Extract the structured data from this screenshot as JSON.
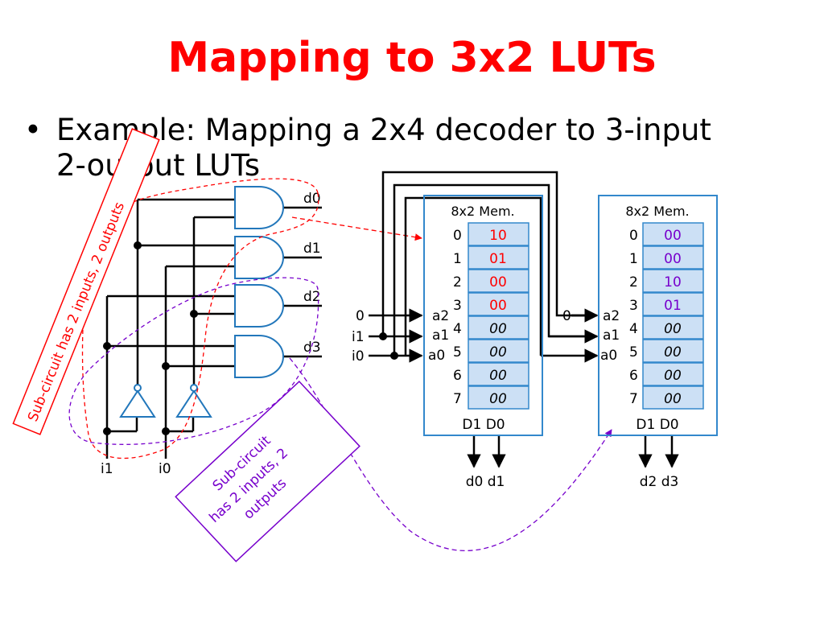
{
  "slide": {
    "title": "Mapping to 3x2 LUTs",
    "bullet_line1": "Example: Mapping a 2x4 decoder to 3-input",
    "bullet_line2": "2-output LUTs"
  },
  "circuit": {
    "outputs": [
      "d0",
      "d1",
      "d2",
      "d3"
    ],
    "inputs": [
      "i1",
      "i0"
    ]
  },
  "annotations": {
    "red_note": "Sub-circuit has 2 inputs, 2 outputs",
    "purple_note_l1": "Sub-circuit",
    "purple_note_l2": "has 2 inputs, 2",
    "purple_note_l3": "outputs"
  },
  "lut1": {
    "title": "8x2 Mem.",
    "addresses": [
      "0",
      "1",
      "2",
      "3",
      "4",
      "5",
      "6",
      "7"
    ],
    "values": [
      "10",
      "01",
      "00",
      "00",
      "00",
      "00",
      "00",
      "00"
    ],
    "addr_pins": [
      "a2",
      "a1",
      "a0"
    ],
    "input_labels": [
      "0",
      "i1",
      "i0"
    ],
    "data_pins": "D1 D0",
    "out_labels": "d0 d1"
  },
  "lut2": {
    "title": "8x2 Mem.",
    "addresses": [
      "0",
      "1",
      "2",
      "3",
      "4",
      "5",
      "6",
      "7"
    ],
    "values": [
      "00",
      "00",
      "10",
      "01",
      "00",
      "00",
      "00",
      "00"
    ],
    "addr_pins": [
      "a2",
      "a1",
      "a0"
    ],
    "input_labels": [
      "0"
    ],
    "data_pins": "D1 D0",
    "out_labels": "d2 d3"
  },
  "colors": {
    "title": "#ff0000",
    "red": "#ff0000",
    "purple": "#7700cc",
    "lut_border": "#3388cc",
    "cell_fill": "#cce0f5",
    "gate": "#2277bb"
  }
}
